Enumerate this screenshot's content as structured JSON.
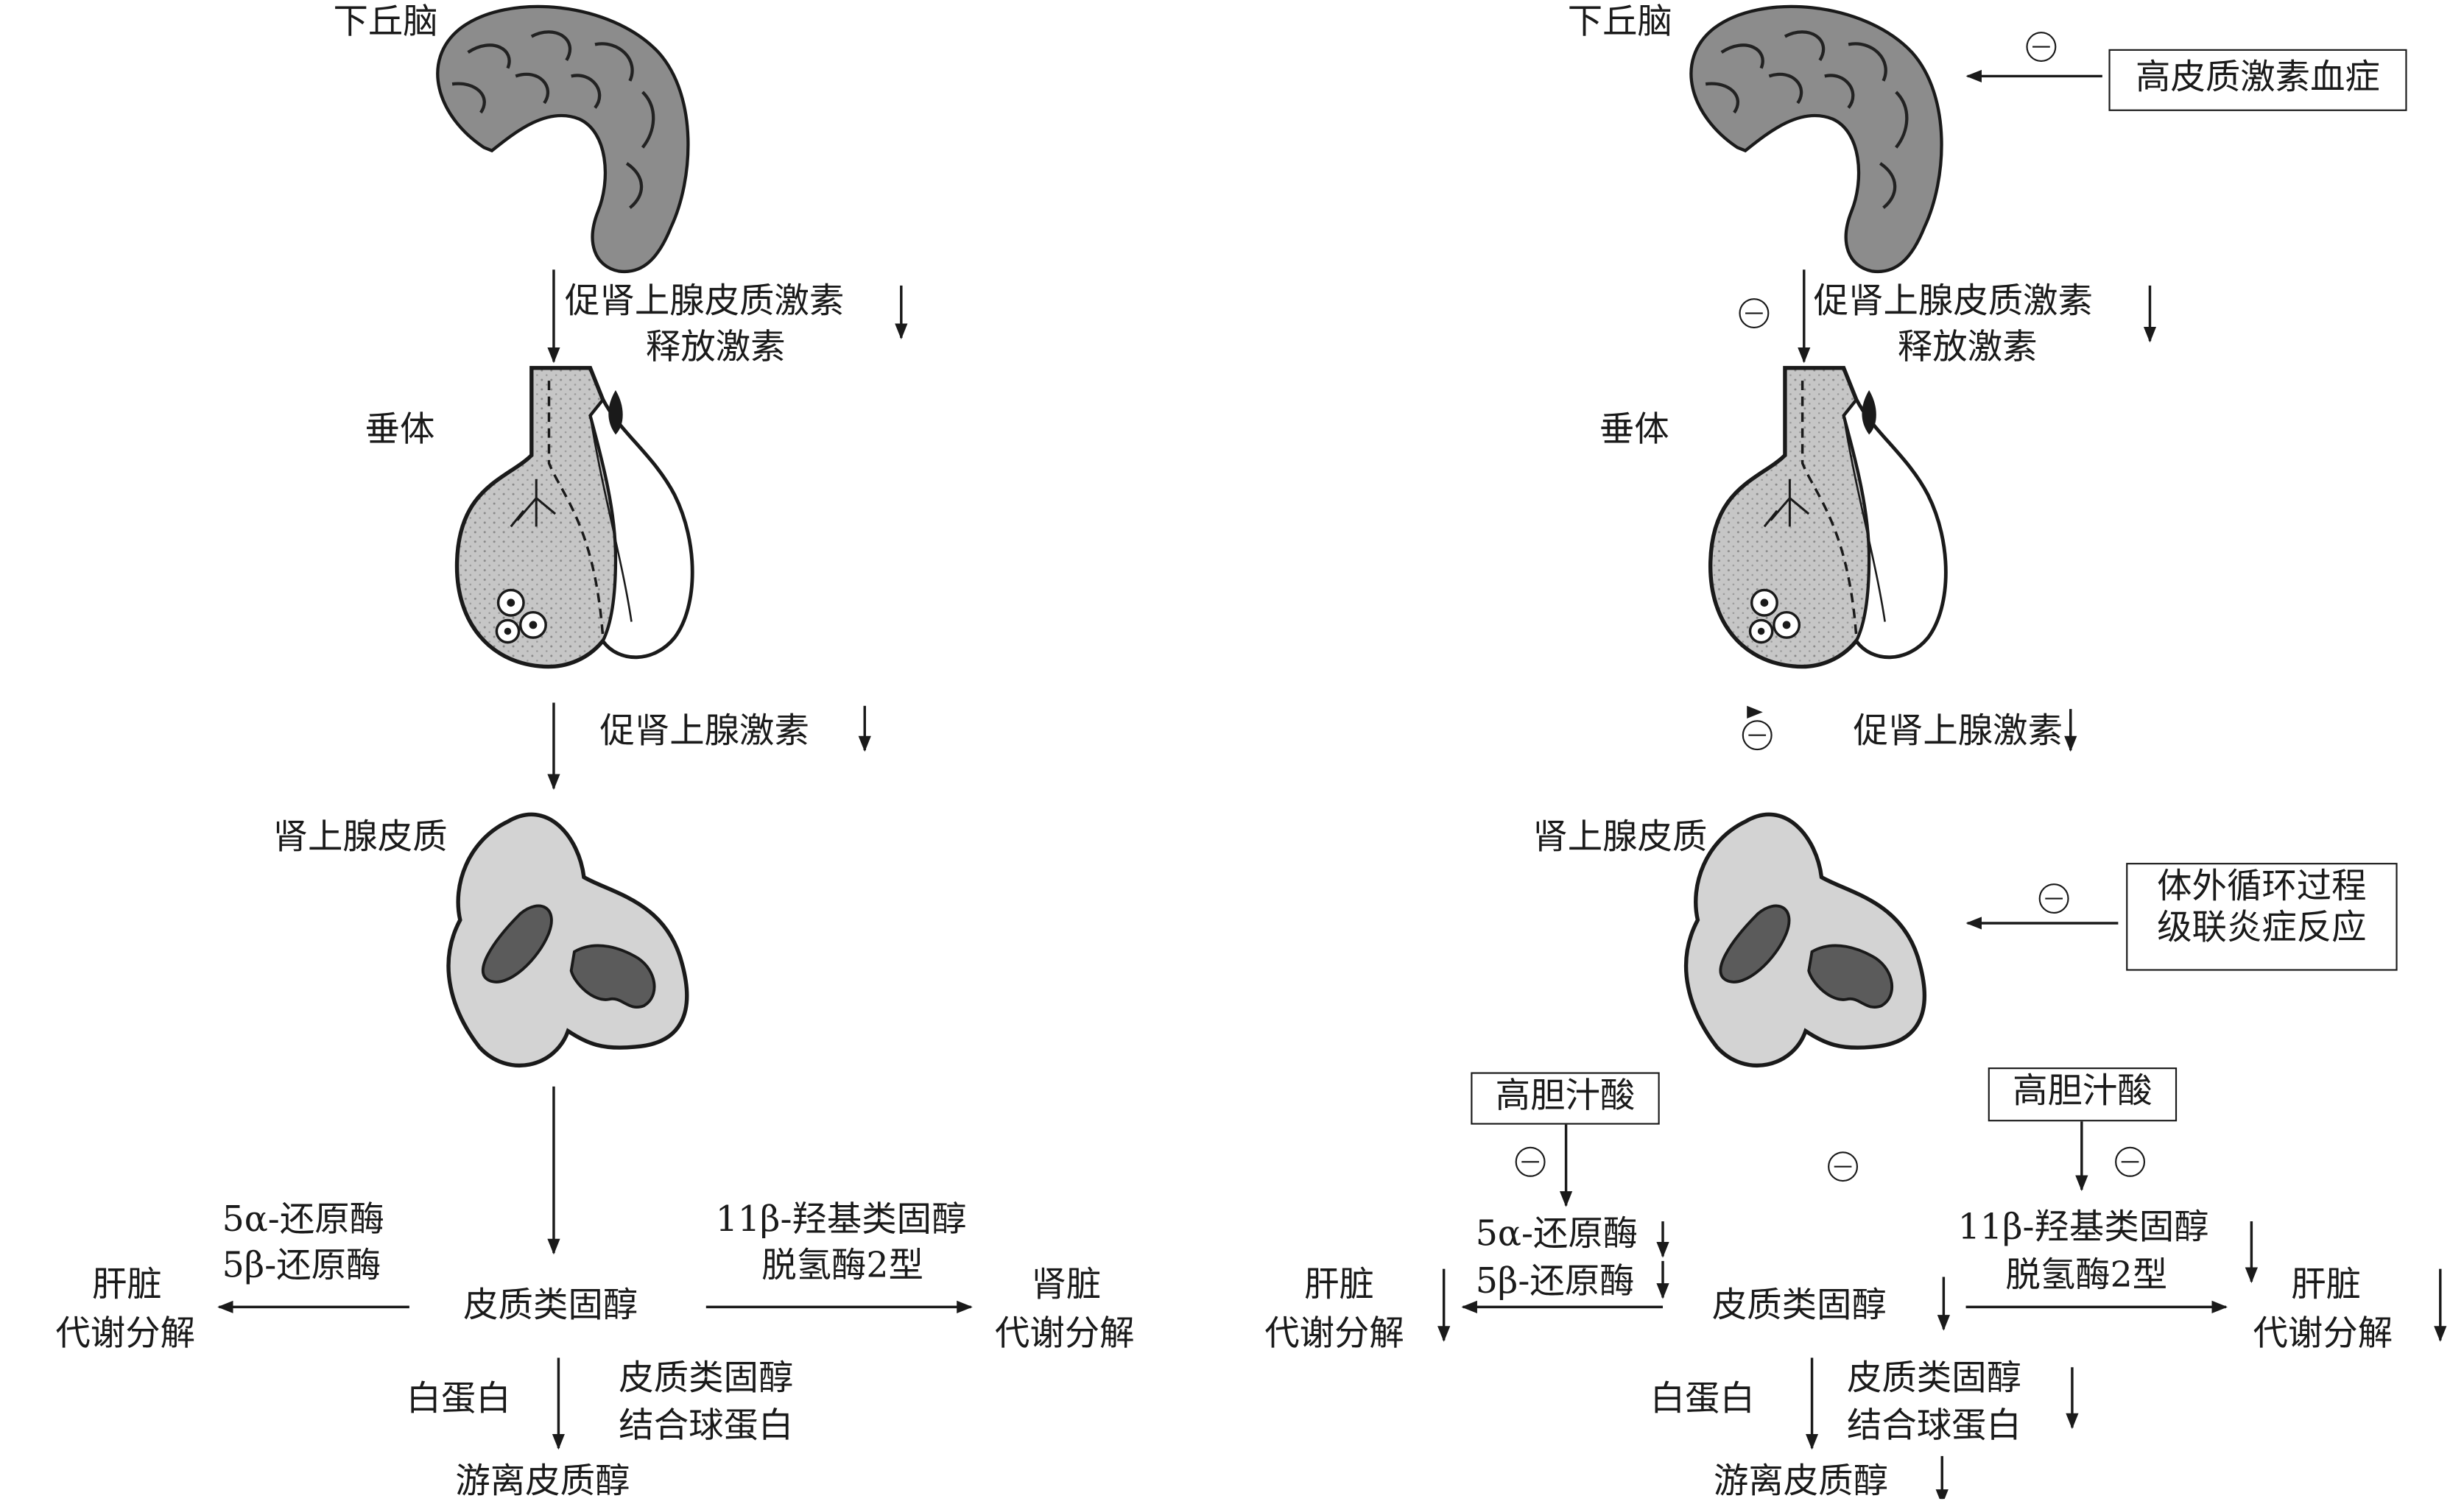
{
  "left": {
    "hypothalamus": "下丘脑",
    "crh_line1": "促肾上腺皮质激素",
    "crh_line2": "释放激素",
    "pituitary": "垂体",
    "acth": "促肾上腺激素",
    "adrenal_cortex": "肾上腺皮质",
    "reductase_line1": "5α-还原酶",
    "reductase_line2": "5β-还原酶",
    "liver_line1": "肝脏",
    "liver_line2": "代谢分解",
    "corticosteroid": "皮质类固醇",
    "hsd_line1": "11β-羟基类固醇",
    "hsd_line2": "脱氢酶2型",
    "kidney_line1": "肾脏",
    "kidney_line2": "代谢分解",
    "albumin": "白蛋白",
    "cbg_line1": "皮质类固醇",
    "cbg_line2": "结合球蛋白",
    "free_cortisol": "游离皮质醇"
  },
  "right": {
    "hypothalamus": "下丘脑",
    "hypercortisolemia": "高皮质激素血症",
    "crh_line1": "促肾上腺皮质激素",
    "crh_line2": "释放激素",
    "pituitary": "垂体",
    "acth": "促肾上腺激素",
    "adrenal_cortex": "肾上腺皮质",
    "ecc_line1": "体外循环过程",
    "ecc_line2": "级联炎症反应",
    "bile_acid_left": "高胆汁酸",
    "bile_acid_right": "高胆汁酸",
    "reductase_line1": "5α-还原酶",
    "reductase_line2": "5β-还原酶",
    "liver_line1": "肝脏",
    "liver_line2": "代谢分解",
    "corticosteroid": "皮质类固醇",
    "hsd_line1": "11β-羟基类固醇",
    "hsd_line2": "脱氢酶2型",
    "liver2_line1": "肝脏",
    "liver2_line2": "代谢分解",
    "albumin": "白蛋白",
    "cbg_line1": "皮质类固醇",
    "cbg_line2": "结合球蛋白",
    "free_cortisol": "游离皮质醇"
  },
  "colors": {
    "ink": "#1a1a1a",
    "brain_fill": "#8c8c8c",
    "pituitary_fill": "#c4c4c4",
    "adrenal_fill": "#d3d3d3",
    "adrenal_core": "#5b5b5b"
  },
  "icons": {
    "inhibition": "circled-minus",
    "decrease": "down-arrow"
  }
}
